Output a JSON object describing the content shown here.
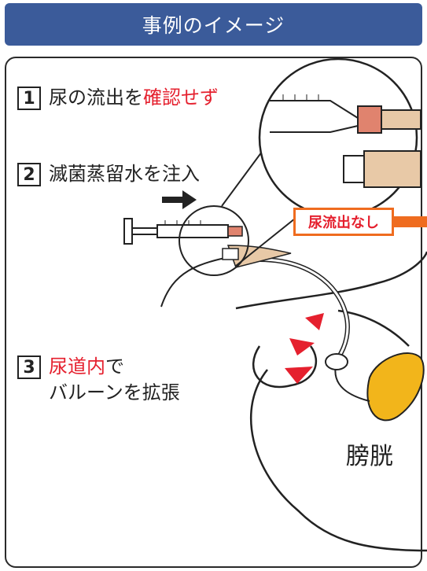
{
  "header": {
    "title": "事例のイメージ"
  },
  "steps": [
    {
      "number": "1",
      "text_plain": "尿の流出を",
      "text_red": "確認せず"
    },
    {
      "number": "2",
      "text_plain": "滅菌蒸留水を注入"
    },
    {
      "number": "3",
      "text_red": "尿道内",
      "text_plain": "で",
      "line2": "バルーンを拡張"
    }
  ],
  "badge": {
    "label": "尿流出なし"
  },
  "labels": {
    "bladder": "膀胱"
  },
  "colors": {
    "header": "#3b5b9a",
    "accent_red": "#e5202e",
    "orange": "#ef6c1f",
    "bladder": "#f2b51b",
    "tube": "#e8c9a7",
    "valve": "#e0836e"
  }
}
